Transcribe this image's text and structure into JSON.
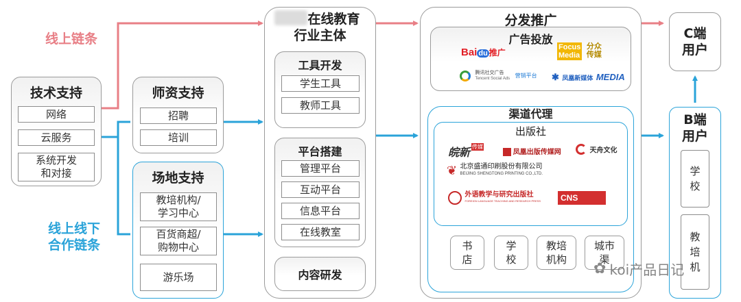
{
  "labels": {
    "online_chain": "线上链条",
    "offline_chain_1": "线上线下",
    "offline_chain_2": "合作链条"
  },
  "tech": {
    "title": "技术支持",
    "items": [
      "网络",
      "云服务",
      "系统开发\n和对接"
    ]
  },
  "teacher": {
    "title": "师资支持",
    "items": [
      "招聘",
      "培训"
    ]
  },
  "venue": {
    "title": "场地支持",
    "items": [
      "教培机构/\n学习中心",
      "百货商超/\n购物中心",
      "游乐场"
    ]
  },
  "core": {
    "title_line1": "在线教育",
    "title_line2": "行业主体",
    "tools": {
      "title": "工具开发",
      "items": [
        "学生工具",
        "教师工具"
      ]
    },
    "platform": {
      "title": "平台搭建",
      "items": [
        "管理平台",
        "互动平台",
        "信息平台",
        "在线教室"
      ]
    },
    "content": {
      "title": "内容研发"
    }
  },
  "distribution": {
    "title": "分发推广",
    "ads": {
      "title": "广告投放",
      "logos": {
        "baidu_a": "Bai",
        "baidu_b": "du",
        "baidu_c": "推广",
        "focus_a": "Focus",
        "focus_b": "Media",
        "focus_c": "分众",
        "focus_d": "传媒",
        "tencent_a": "腾讯社交广告",
        "tencent_b": "Tencent Social Ads",
        "tencent_c": "营销平台",
        "fenghuang_a": "凤凰新媒体",
        "fenghuang_b": "MEDIA"
      }
    },
    "channel": {
      "title": "渠道代理",
      "publisher": {
        "title": "出版社",
        "logos": {
          "wanxin": "皖新",
          "wanxin_tag": "传媒",
          "phoenix": "凤凰出版传媒网",
          "tianzhou": "天舟文化",
          "shengtong_cn": "北京盛通印刷股份有限公司",
          "shengtong_en": "BEIJING SHENGTONG PRINTING CO.,LTD.",
          "fltrp_cn": "外语教学与研究出版社",
          "fltrp_en": "FOREIGN LANGUAGE TEACHING AND RESEARCH PRESS",
          "cns": "CNS"
        }
      },
      "outlets": [
        "书\n店",
        "学\n校",
        "教培\n机构",
        "城市\n渠"
      ]
    }
  },
  "users": {
    "c_end": "C端\n用户",
    "b_end": "B端\n用户",
    "b_items": [
      "学\n校",
      "教\n培\n机"
    ]
  },
  "watermark": "koi产品日记",
  "colors": {
    "red": "#e87f86",
    "blue": "#2aa3d9",
    "border": "#9a9a9a"
  }
}
